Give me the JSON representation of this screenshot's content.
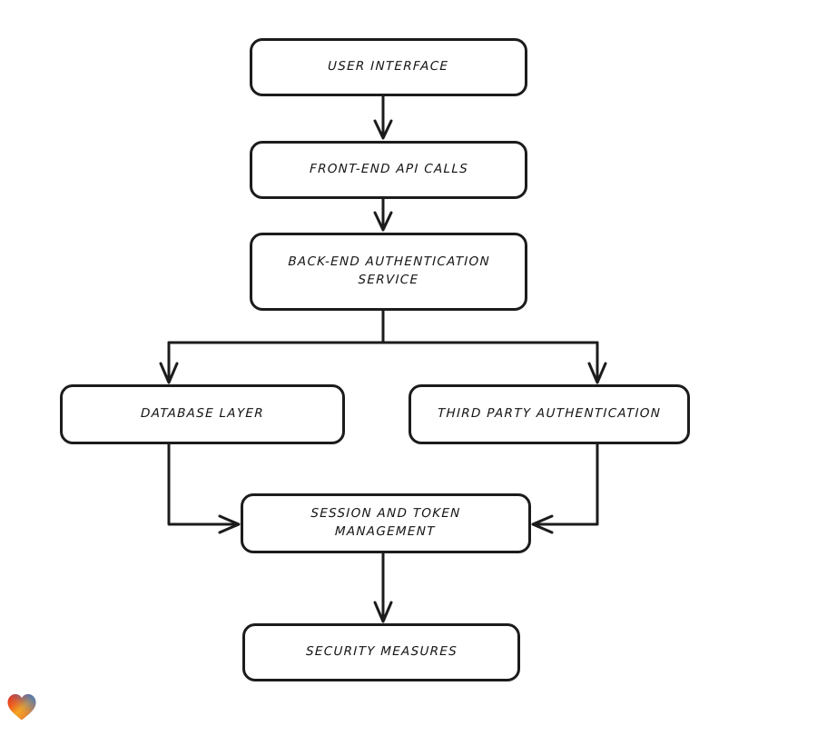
{
  "diagram": {
    "type": "flowchart",
    "orientation": "top-to-bottom",
    "style": "hand-drawn rounded rectangles with black strokes on white background",
    "nodes": [
      {
        "id": "user-interface",
        "label": "User Interface"
      },
      {
        "id": "frontend-api",
        "label": "Front-End API Calls"
      },
      {
        "id": "backend-auth",
        "label": "Back-End Authentication\nService"
      },
      {
        "id": "database-layer",
        "label": "Database Layer"
      },
      {
        "id": "third-party-auth",
        "label": "Third Party Authentication"
      },
      {
        "id": "session-token",
        "label": "Session and Token\nManagement"
      },
      {
        "id": "security",
        "label": "Security Measures"
      }
    ],
    "edges": [
      {
        "from": "user-interface",
        "to": "frontend-api",
        "style": "straight-down-arrow"
      },
      {
        "from": "frontend-api",
        "to": "backend-auth",
        "style": "straight-down-arrow"
      },
      {
        "from": "backend-auth",
        "to": "database-layer",
        "style": "split-branch-down-arrow"
      },
      {
        "from": "backend-auth",
        "to": "third-party-auth",
        "style": "split-branch-down-arrow"
      },
      {
        "from": "database-layer",
        "to": "session-token",
        "style": "elbow-into-left-edge-arrow"
      },
      {
        "from": "third-party-auth",
        "to": "session-token",
        "style": "elbow-into-right-edge-arrow"
      },
      {
        "from": "session-token",
        "to": "security",
        "style": "straight-down-arrow"
      }
    ]
  },
  "colors": {
    "stroke": "#1c1c1c",
    "background": "#ffffff",
    "text": "#141414",
    "heart_red": "#e02020",
    "heart_blue": "#2a6fd6",
    "heart_orange": "#f5a623"
  },
  "branding": {
    "heart_icon": "heart-icon"
  }
}
